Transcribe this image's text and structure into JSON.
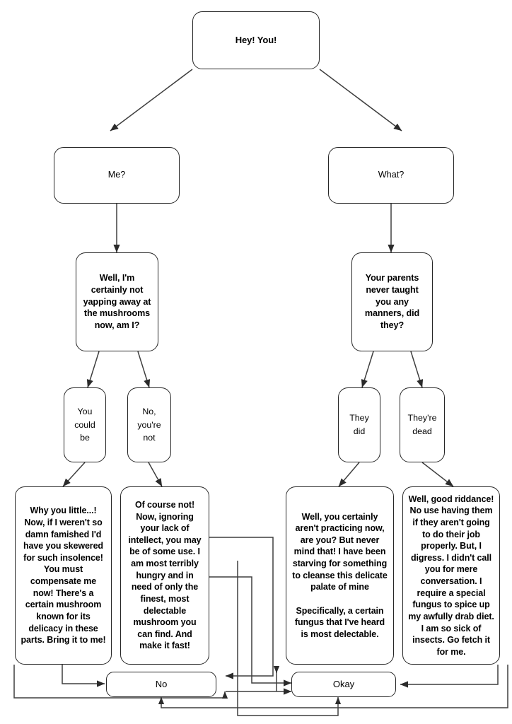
{
  "diagram": {
    "type": "dialogue-tree-flowchart",
    "background_color": "#ffffff",
    "node_border_color": "#262626",
    "edge_color": "#3f3f3f",
    "text_color": "#000000",
    "nodes": {
      "root": {
        "label": "Hey! You!",
        "speaker": "npc"
      },
      "left_choice_1": {
        "label": "Me?",
        "speaker": "player"
      },
      "right_choice_1": {
        "label": "What?",
        "speaker": "player"
      },
      "left_npc_2": {
        "label": "Well, I'm certainly not yapping away at the mushrooms now, am I?",
        "speaker": "npc"
      },
      "right_npc_2": {
        "label": "Your parents never taught you any manners, did they?",
        "speaker": "npc"
      },
      "left_choice_2a": {
        "label": "You could be",
        "speaker": "player"
      },
      "left_choice_2b": {
        "label": "No, you're not",
        "speaker": "player"
      },
      "right_choice_2a": {
        "label": "They did",
        "speaker": "player"
      },
      "right_choice_2b": {
        "label": "They're dead",
        "speaker": "player"
      },
      "left_npc_3a": {
        "label": "Why you little...! Now, if I weren't so damn famished I'd have you skewered for such insolence! You must compensate me now! There's a certain mushroom known for its delicacy in these parts. Bring it to me!",
        "speaker": "npc"
      },
      "left_npc_3b": {
        "label": "Of course not! Now, ignoring your lack of intellect, you may be of some use. I am most terribly hungry and in need of only the finest, most delectable mushroom you can find. And make it fast!",
        "speaker": "npc"
      },
      "right_npc_3a": {
        "label": "Well, you certainly aren't practicing now, are you? But never mind that! I have been starving for something to cleanse this delicate palate of mine\n\nSpecifically, a certain fungus that I've heard is most delectable.",
        "speaker": "npc"
      },
      "right_npc_3b": {
        "label": "Well, good riddance! No use having them if they aren't going to do their job properly. But, I digress. I didn't call you for mere conversation. I require a special fungus to spice up my awfully drab diet. I am so sick of insects. Go fetch it for me.",
        "speaker": "npc"
      },
      "terminal_no": {
        "label": "No",
        "speaker": "player"
      },
      "terminal_okay": {
        "label": "Okay",
        "speaker": "player"
      }
    }
  }
}
